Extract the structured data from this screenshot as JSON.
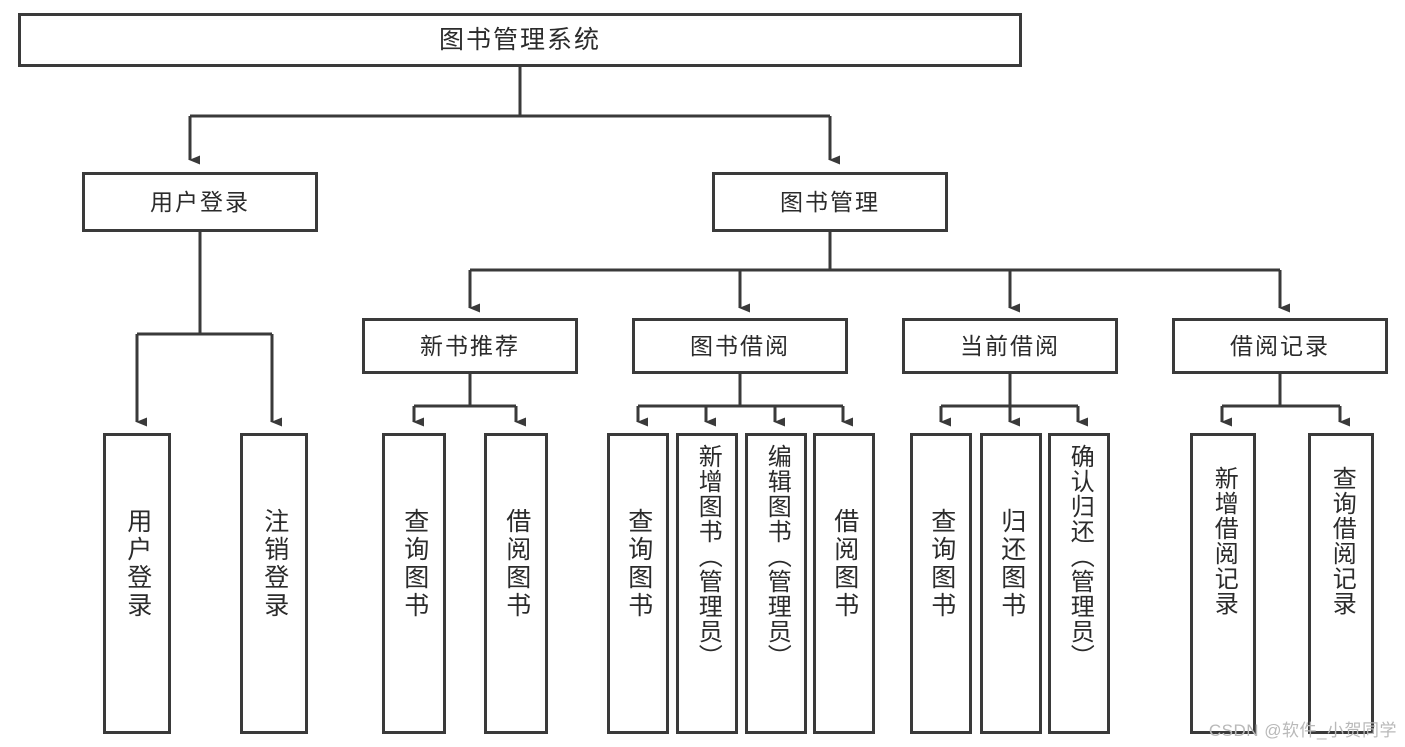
{
  "diagram": {
    "title": "图书管理系统",
    "type": "functional-structure-tree",
    "stroke_color": "#3a3a3a",
    "background_color": "#ffffff",
    "text_color": "#2b2b2b"
  },
  "root": {
    "label": "图书管理系统"
  },
  "level2": [
    {
      "label": "用户登录"
    },
    {
      "label": "图书管理"
    }
  ],
  "level3": [
    {
      "label": "新书推荐"
    },
    {
      "label": "图书借阅"
    },
    {
      "label": "当前借阅"
    },
    {
      "label": "借阅记录"
    }
  ],
  "leaves": {
    "user_login": [
      {
        "label": "用户登录"
      },
      {
        "label": "注销登录"
      }
    ],
    "new_book_recommend": [
      {
        "label": "查询图书"
      },
      {
        "label": "借阅图书"
      }
    ],
    "book_borrow": [
      {
        "label": "查询图书"
      },
      {
        "label": "新增图书（管理员）"
      },
      {
        "label": "编辑图书（管理员）"
      },
      {
        "label": "借阅图书"
      }
    ],
    "current_borrow": [
      {
        "label": "查询图书"
      },
      {
        "label": "归还图书"
      },
      {
        "label": "确认归还（管理员）"
      }
    ],
    "borrow_record": [
      {
        "label": "新增借阅记录"
      },
      {
        "label": "查询借阅记录"
      }
    ]
  },
  "watermark": {
    "text": "CSDN @软件_小贺同学"
  }
}
